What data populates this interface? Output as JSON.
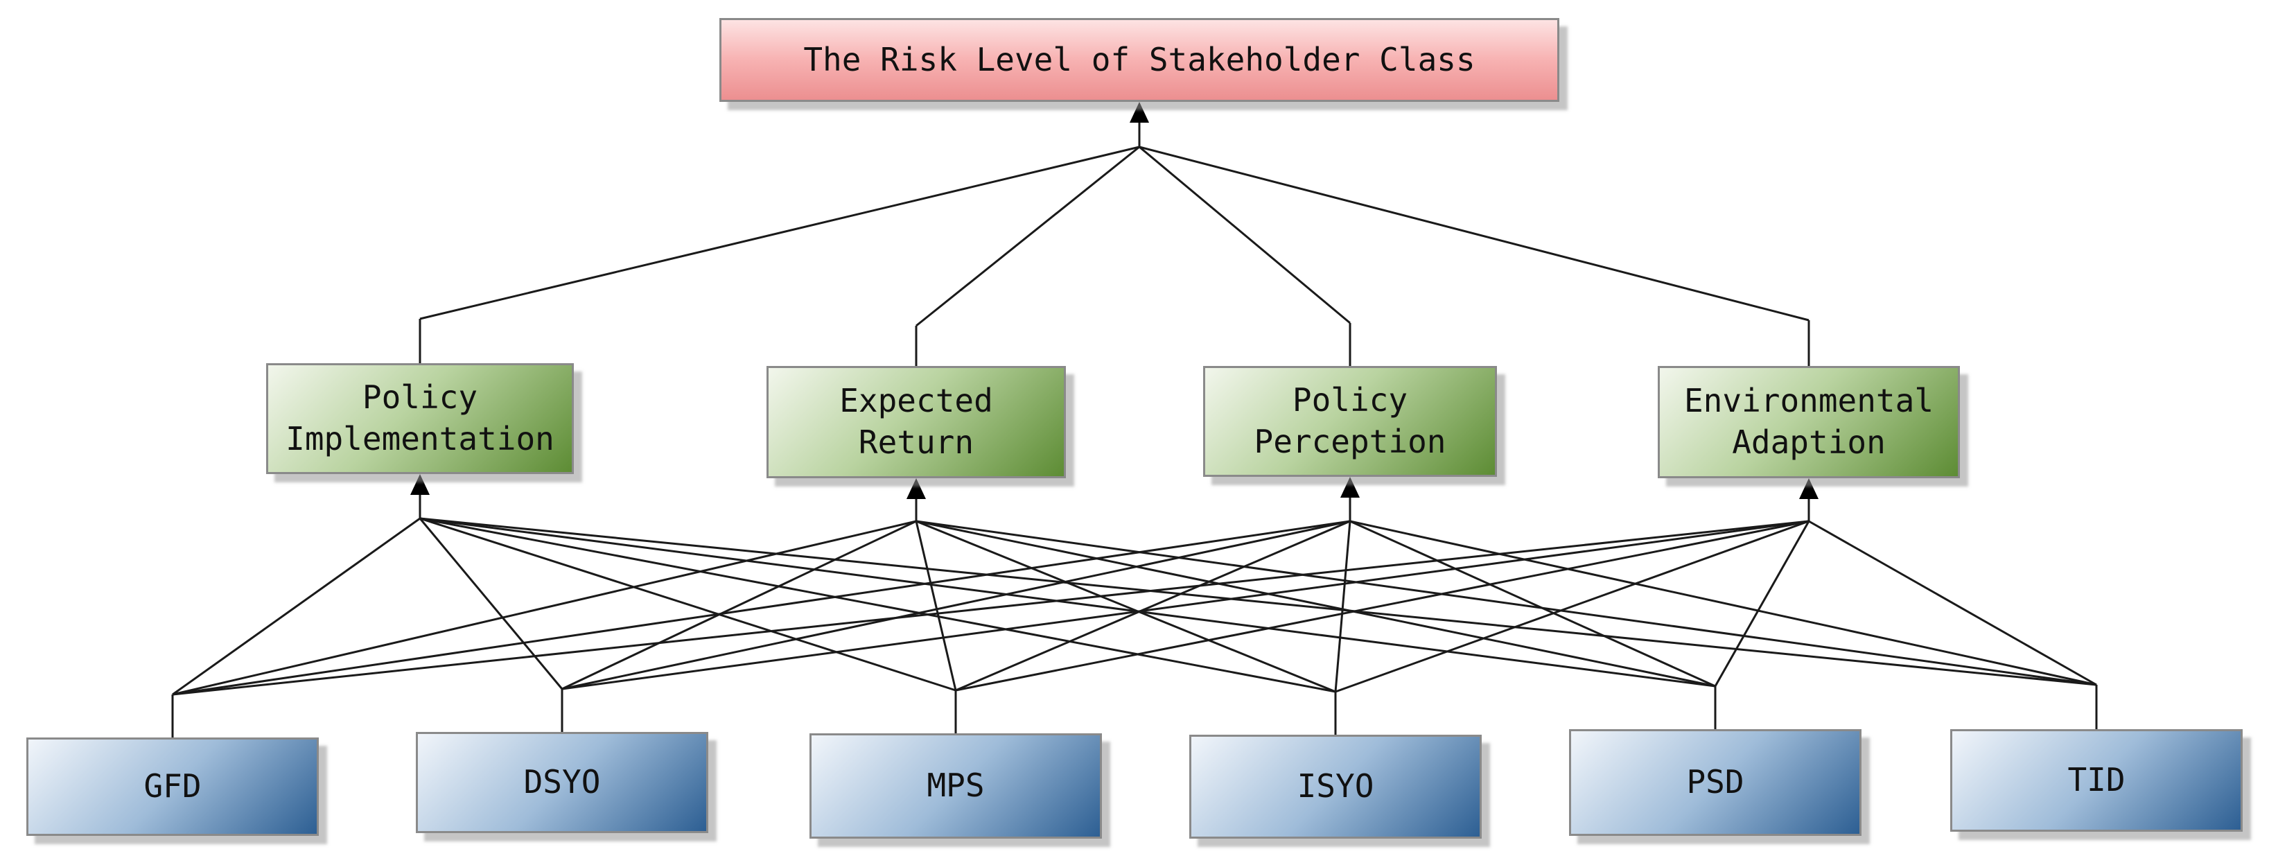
{
  "diagram": {
    "goal": {
      "label": "The Risk Level of Stakeholder Class"
    },
    "criteria": [
      {
        "line1": "Policy",
        "line2": "Implementation"
      },
      {
        "line1": "Expected",
        "line2": "Return"
      },
      {
        "line1": "Policy",
        "line2": "Perception"
      },
      {
        "line1": "Environmental",
        "line2": "Adaption"
      }
    ],
    "indicators": [
      {
        "label": "GFD"
      },
      {
        "label": "DSYO"
      },
      {
        "label": "MPS"
      },
      {
        "label": "ISYO"
      },
      {
        "label": "PSD"
      },
      {
        "label": "TID"
      }
    ],
    "colors": {
      "goal_fill": "#f7b2b2",
      "criteria_fill": "#8fb56a",
      "indicator_fill": "#5f88b8",
      "connector": "#1a1a1a"
    }
  }
}
